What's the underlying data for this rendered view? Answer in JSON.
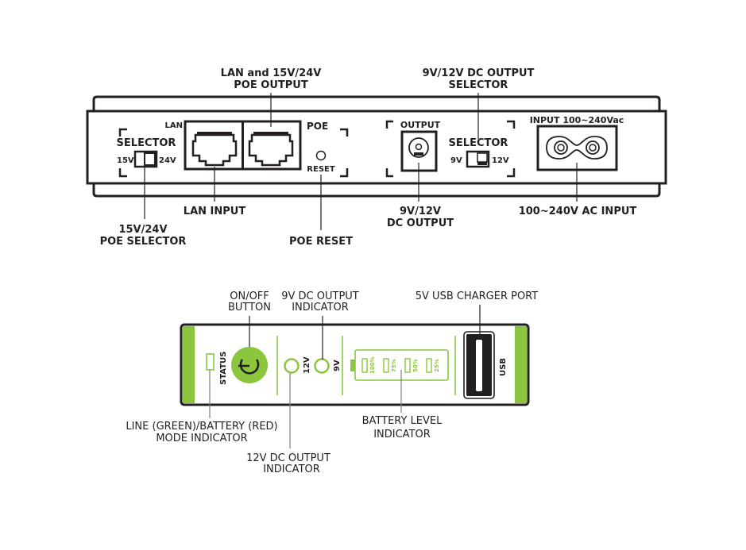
{
  "colors": {
    "ink": "#231f20",
    "accent_green": "#8cc63f",
    "leader_gray": "#808080"
  },
  "rear_panel": {
    "callouts_top": {
      "lan_poe_output": [
        "LAN and 15V/24V",
        "POE OUTPUT"
      ],
      "dc_selector": [
        "9V/12V DC OUTPUT",
        "SELECTOR"
      ]
    },
    "panel_text": {
      "poe_selector_title": "SELECTOR",
      "poe_selector_left": "15V",
      "poe_selector_right": "24V",
      "lan_port": "LAN",
      "poe_port": "POE",
      "reset": "RESET",
      "output": "OUTPUT",
      "dc_selector_title": "SELECTOR",
      "dc_selector_left": "9V",
      "dc_selector_right": "12V",
      "ac_input": "INPUT 100~240Vac"
    },
    "callouts_bottom": {
      "lan_input": "LAN INPUT",
      "poe_selector": [
        "15V/24V",
        "POE SELECTOR"
      ],
      "poe_reset": "POE RESET",
      "dc_output": [
        "9V/12V",
        "DC OUTPUT"
      ],
      "ac_input": "100~240V AC INPUT"
    }
  },
  "front_panel": {
    "callouts_top": {
      "on_off": [
        "ON/OFF",
        "BUTTON"
      ],
      "led_9v": [
        "9V DC OUTPUT",
        "INDICATOR"
      ],
      "usb_port": "5V USB CHARGER PORT"
    },
    "panel_text": {
      "status": "STATUS",
      "led_12v": "12V",
      "led_9v": "9V",
      "usb": "USB",
      "battery_levels": [
        "100%",
        "75%",
        "50%",
        "25%"
      ]
    },
    "callouts_bottom": {
      "mode_indicator": [
        "LINE (GREEN)/BATTERY (RED)",
        "MODE INDICATOR"
      ],
      "led_12v": [
        "12V DC OUTPUT",
        "INDICATOR"
      ],
      "battery_level": [
        "BATTERY LEVEL",
        "INDICATOR"
      ]
    }
  }
}
